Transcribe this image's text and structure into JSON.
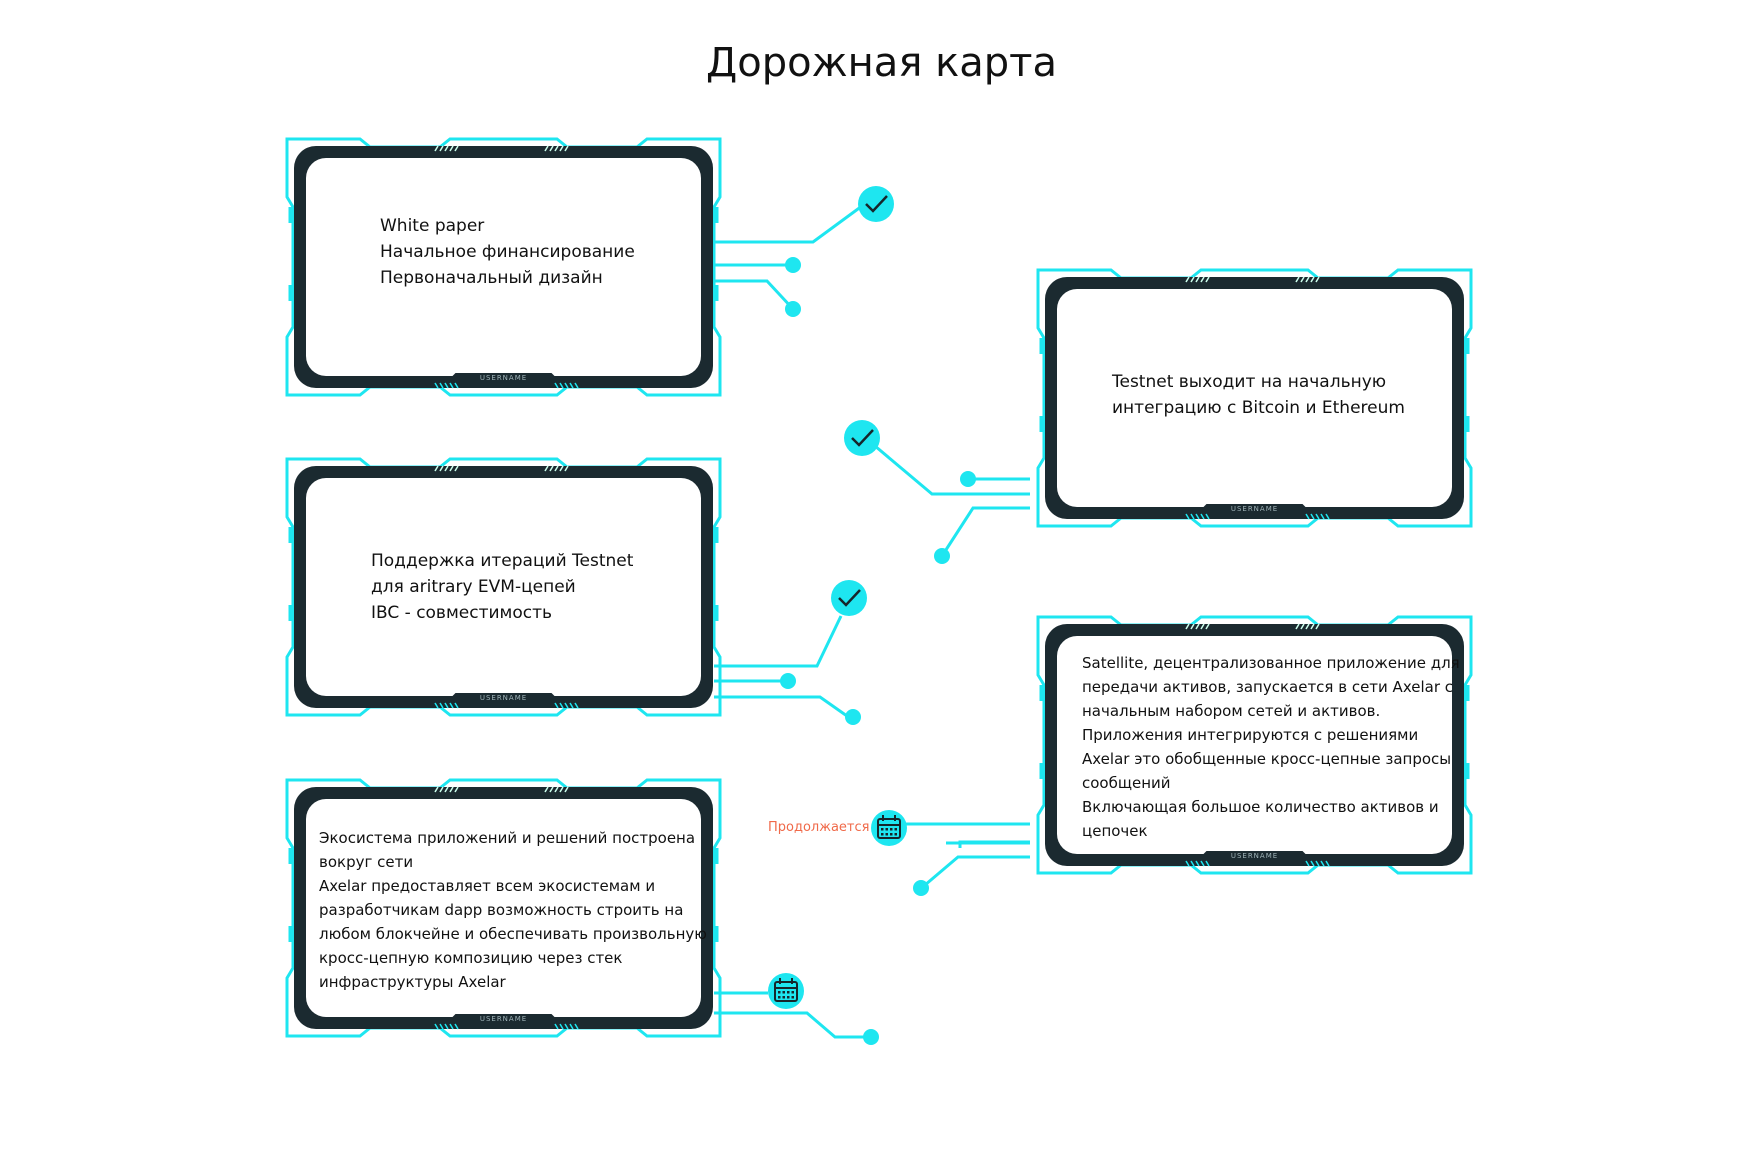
{
  "title": "Дорожная карта",
  "colors": {
    "accent": "#1ee6f0",
    "frame_dark": "#1b2a30",
    "inner": "#ffffff",
    "status_text": "#f06a4a"
  },
  "frame_label": "USERNAME",
  "cards": [
    {
      "lines": [
        "White paper",
        "Начальное финансирование",
        "Первоначальный дизайн"
      ],
      "status": "done"
    },
    {
      "lines": [
        "Testnet выходит на начальную",
        "интеграцию с Bitcoin и Ethereum"
      ],
      "status": "done"
    },
    {
      "lines": [
        "Поддержка итераций Testnet",
        "для aritrary EVM-цепей",
        "IBC - совместимость"
      ],
      "status": "done"
    },
    {
      "lines": [
        "Satellite, децентрализованное приложение для",
        "передачи активов, запускается в сети Axelar с",
        "начальным набором сетей и активов.",
        "Приложения интегрируются с решениями",
        "Axelar это обобщенные кросс-цепные запросы",
        "сообщений",
        "Включающая большое количество активов и",
        "цепочек"
      ],
      "status": "in-progress"
    },
    {
      "lines": [
        "Экосистема приложений и решений построена",
        "вокруг сети",
        "Axelar предоставляет всем экосистемам и",
        "разработчикам dapp возможность строить на",
        "любом блокчейне и обеспечивать произвольную",
        "кросс-цепную композицию через стек",
        "инфраструктуры Axelar"
      ],
      "status": "planned"
    }
  ],
  "status_label": "Продолжается",
  "icons": {
    "done": "check-circle-icon",
    "scheduled": "calendar-icon",
    "node": "dot-icon"
  }
}
